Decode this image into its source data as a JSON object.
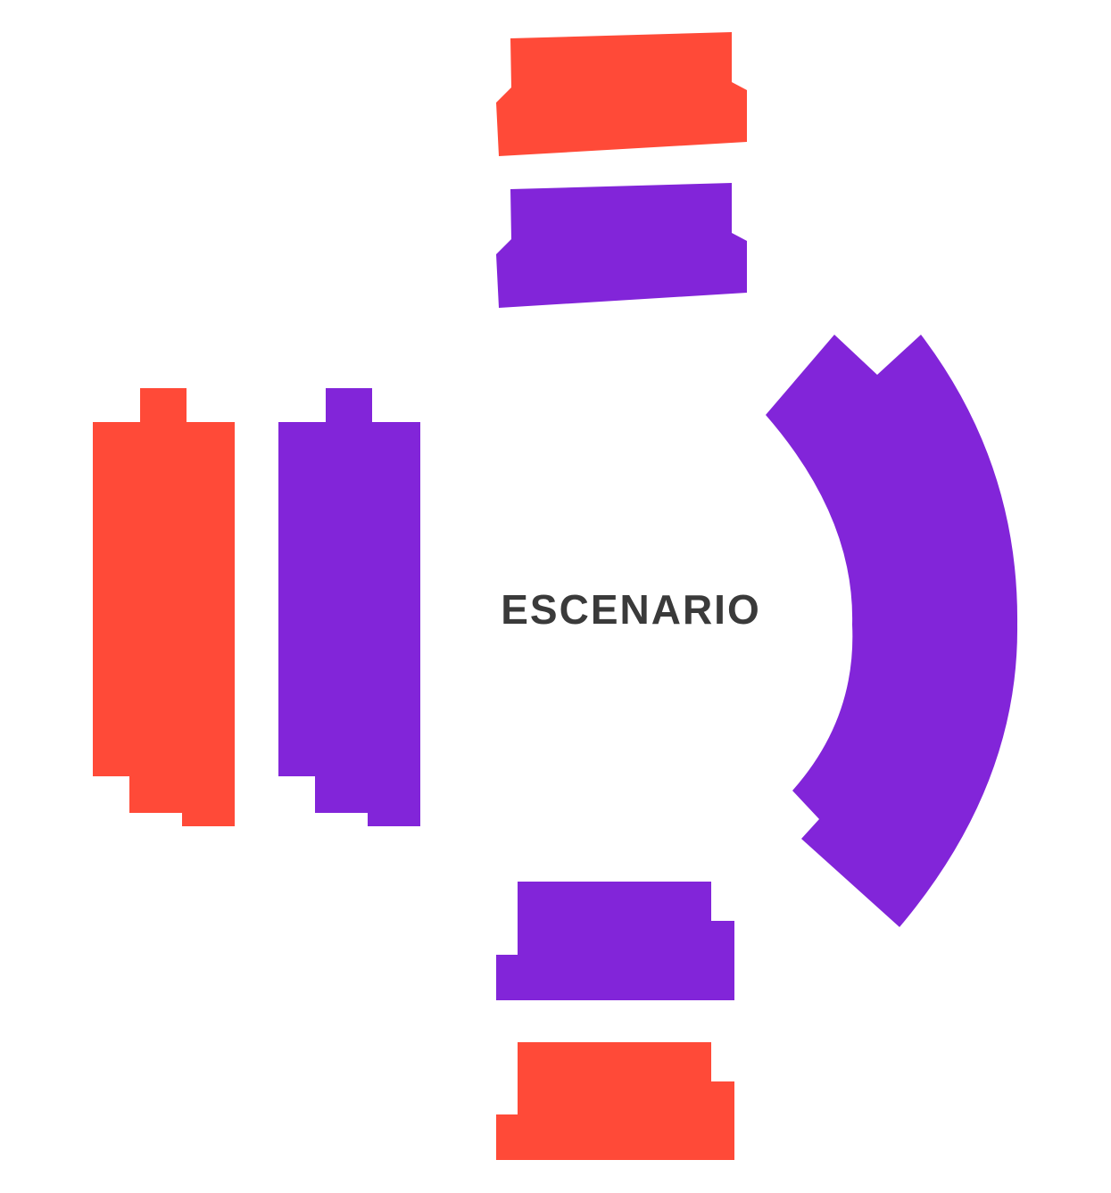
{
  "stage": {
    "label": "ESCENARIO"
  },
  "colors": {
    "zone_red": "#FF4A38",
    "zone_purple": "#8225D9",
    "label_text": "#3A3A3A",
    "background": "#FFFFFF"
  },
  "sections": [
    {
      "id": "top-outer",
      "zone": "red"
    },
    {
      "id": "top-inner",
      "zone": "purple"
    },
    {
      "id": "left-outer",
      "zone": "red"
    },
    {
      "id": "left-inner",
      "zone": "purple"
    },
    {
      "id": "right-arc",
      "zone": "purple"
    },
    {
      "id": "bottom-inner",
      "zone": "purple"
    },
    {
      "id": "bottom-outer",
      "zone": "red"
    }
  ]
}
